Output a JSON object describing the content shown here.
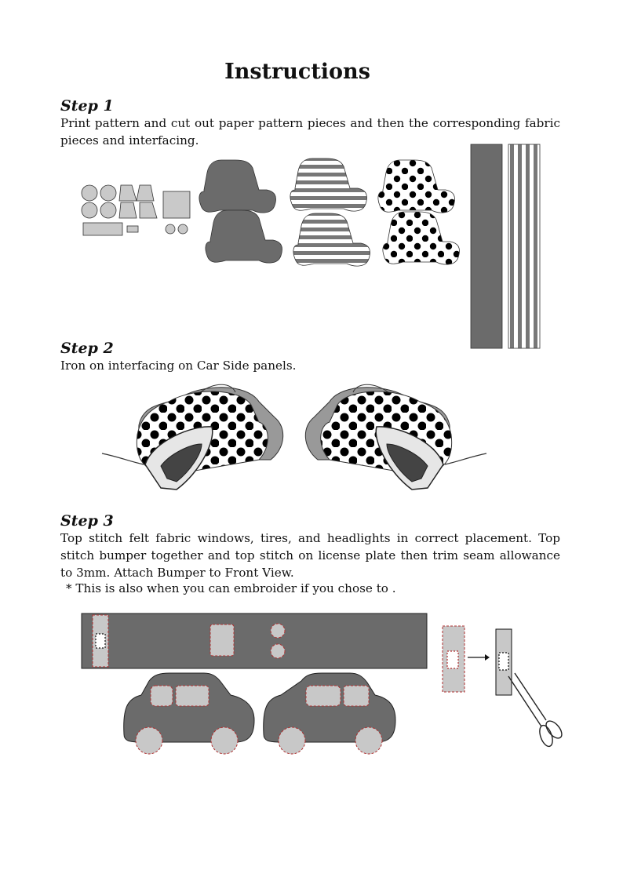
{
  "title": "Instructions",
  "steps": [
    {
      "heading": "Step 1",
      "text": "Print pattern and cut out paper pattern pieces and then the corresponding fabric pieces and interfacing."
    },
    {
      "heading": "Step 2",
      "text": "Iron on interfacing on Car Side panels."
    },
    {
      "heading": "Step 3",
      "text": "Top stitch felt fabric windows, tires, and headlights in correct placement. Top stitch bumper together and top stitch on license plate then trim seam allowance to 3mm. Attach Bumper to Front View.",
      "note": "* This is also when you can embroider if you chose to ."
    }
  ],
  "colors": {
    "fabric_gray": "#6b6b6b",
    "felt_light": "#c8c8c8",
    "stitch_red": "#b03030",
    "ink": "#111111"
  }
}
